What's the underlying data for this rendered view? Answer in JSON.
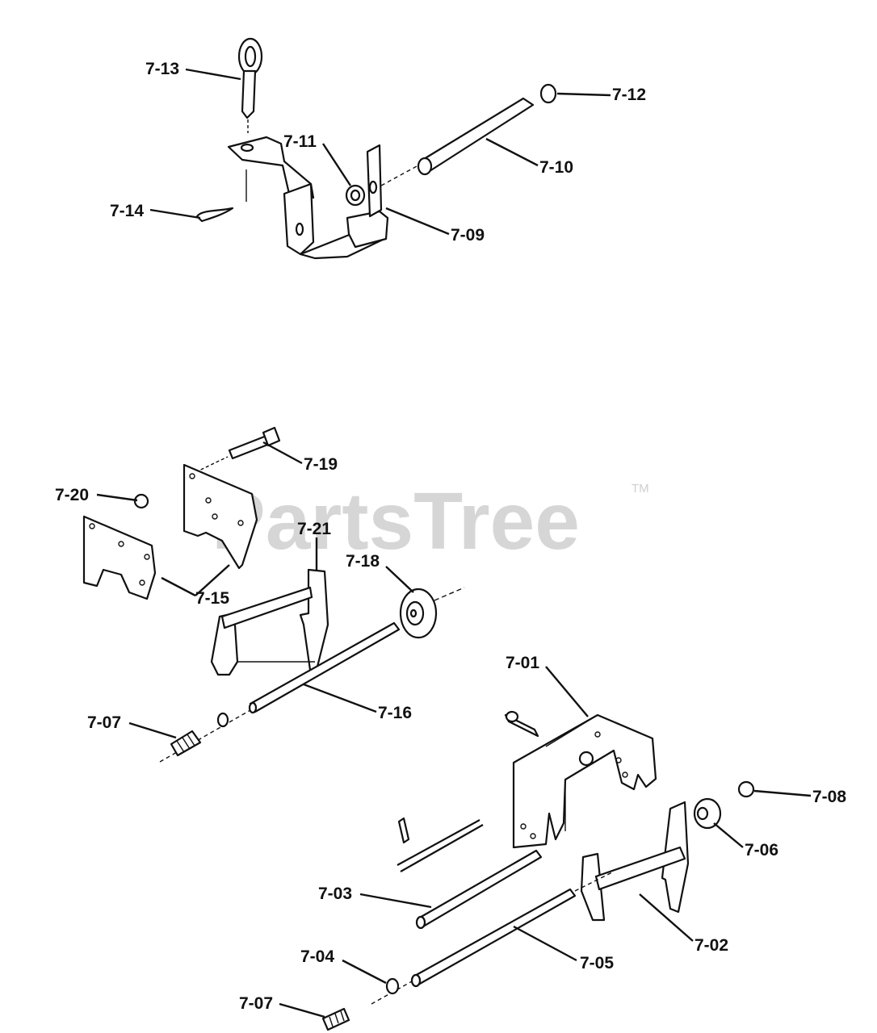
{
  "watermark": {
    "text": "PartsTree",
    "tm": "TM"
  },
  "callouts": {
    "c713": "7-13",
    "c712": "7-12",
    "c711": "7-11",
    "c710": "7-10",
    "c714": "7-14",
    "c709": "7-09",
    "c719": "7-19",
    "c720": "7-20",
    "c721": "7-21",
    "c718": "7-18",
    "c715": "7-15",
    "c716": "7-16",
    "c707a": "7-07",
    "c701": "7-01",
    "c708": "7-08",
    "c706": "7-06",
    "c703": "7-03",
    "c702": "7-02",
    "c704": "7-04",
    "c705": "7-05",
    "c707b": "7-07"
  },
  "colors": {
    "ink": "#111111",
    "watermark": "#d6d6d6"
  }
}
